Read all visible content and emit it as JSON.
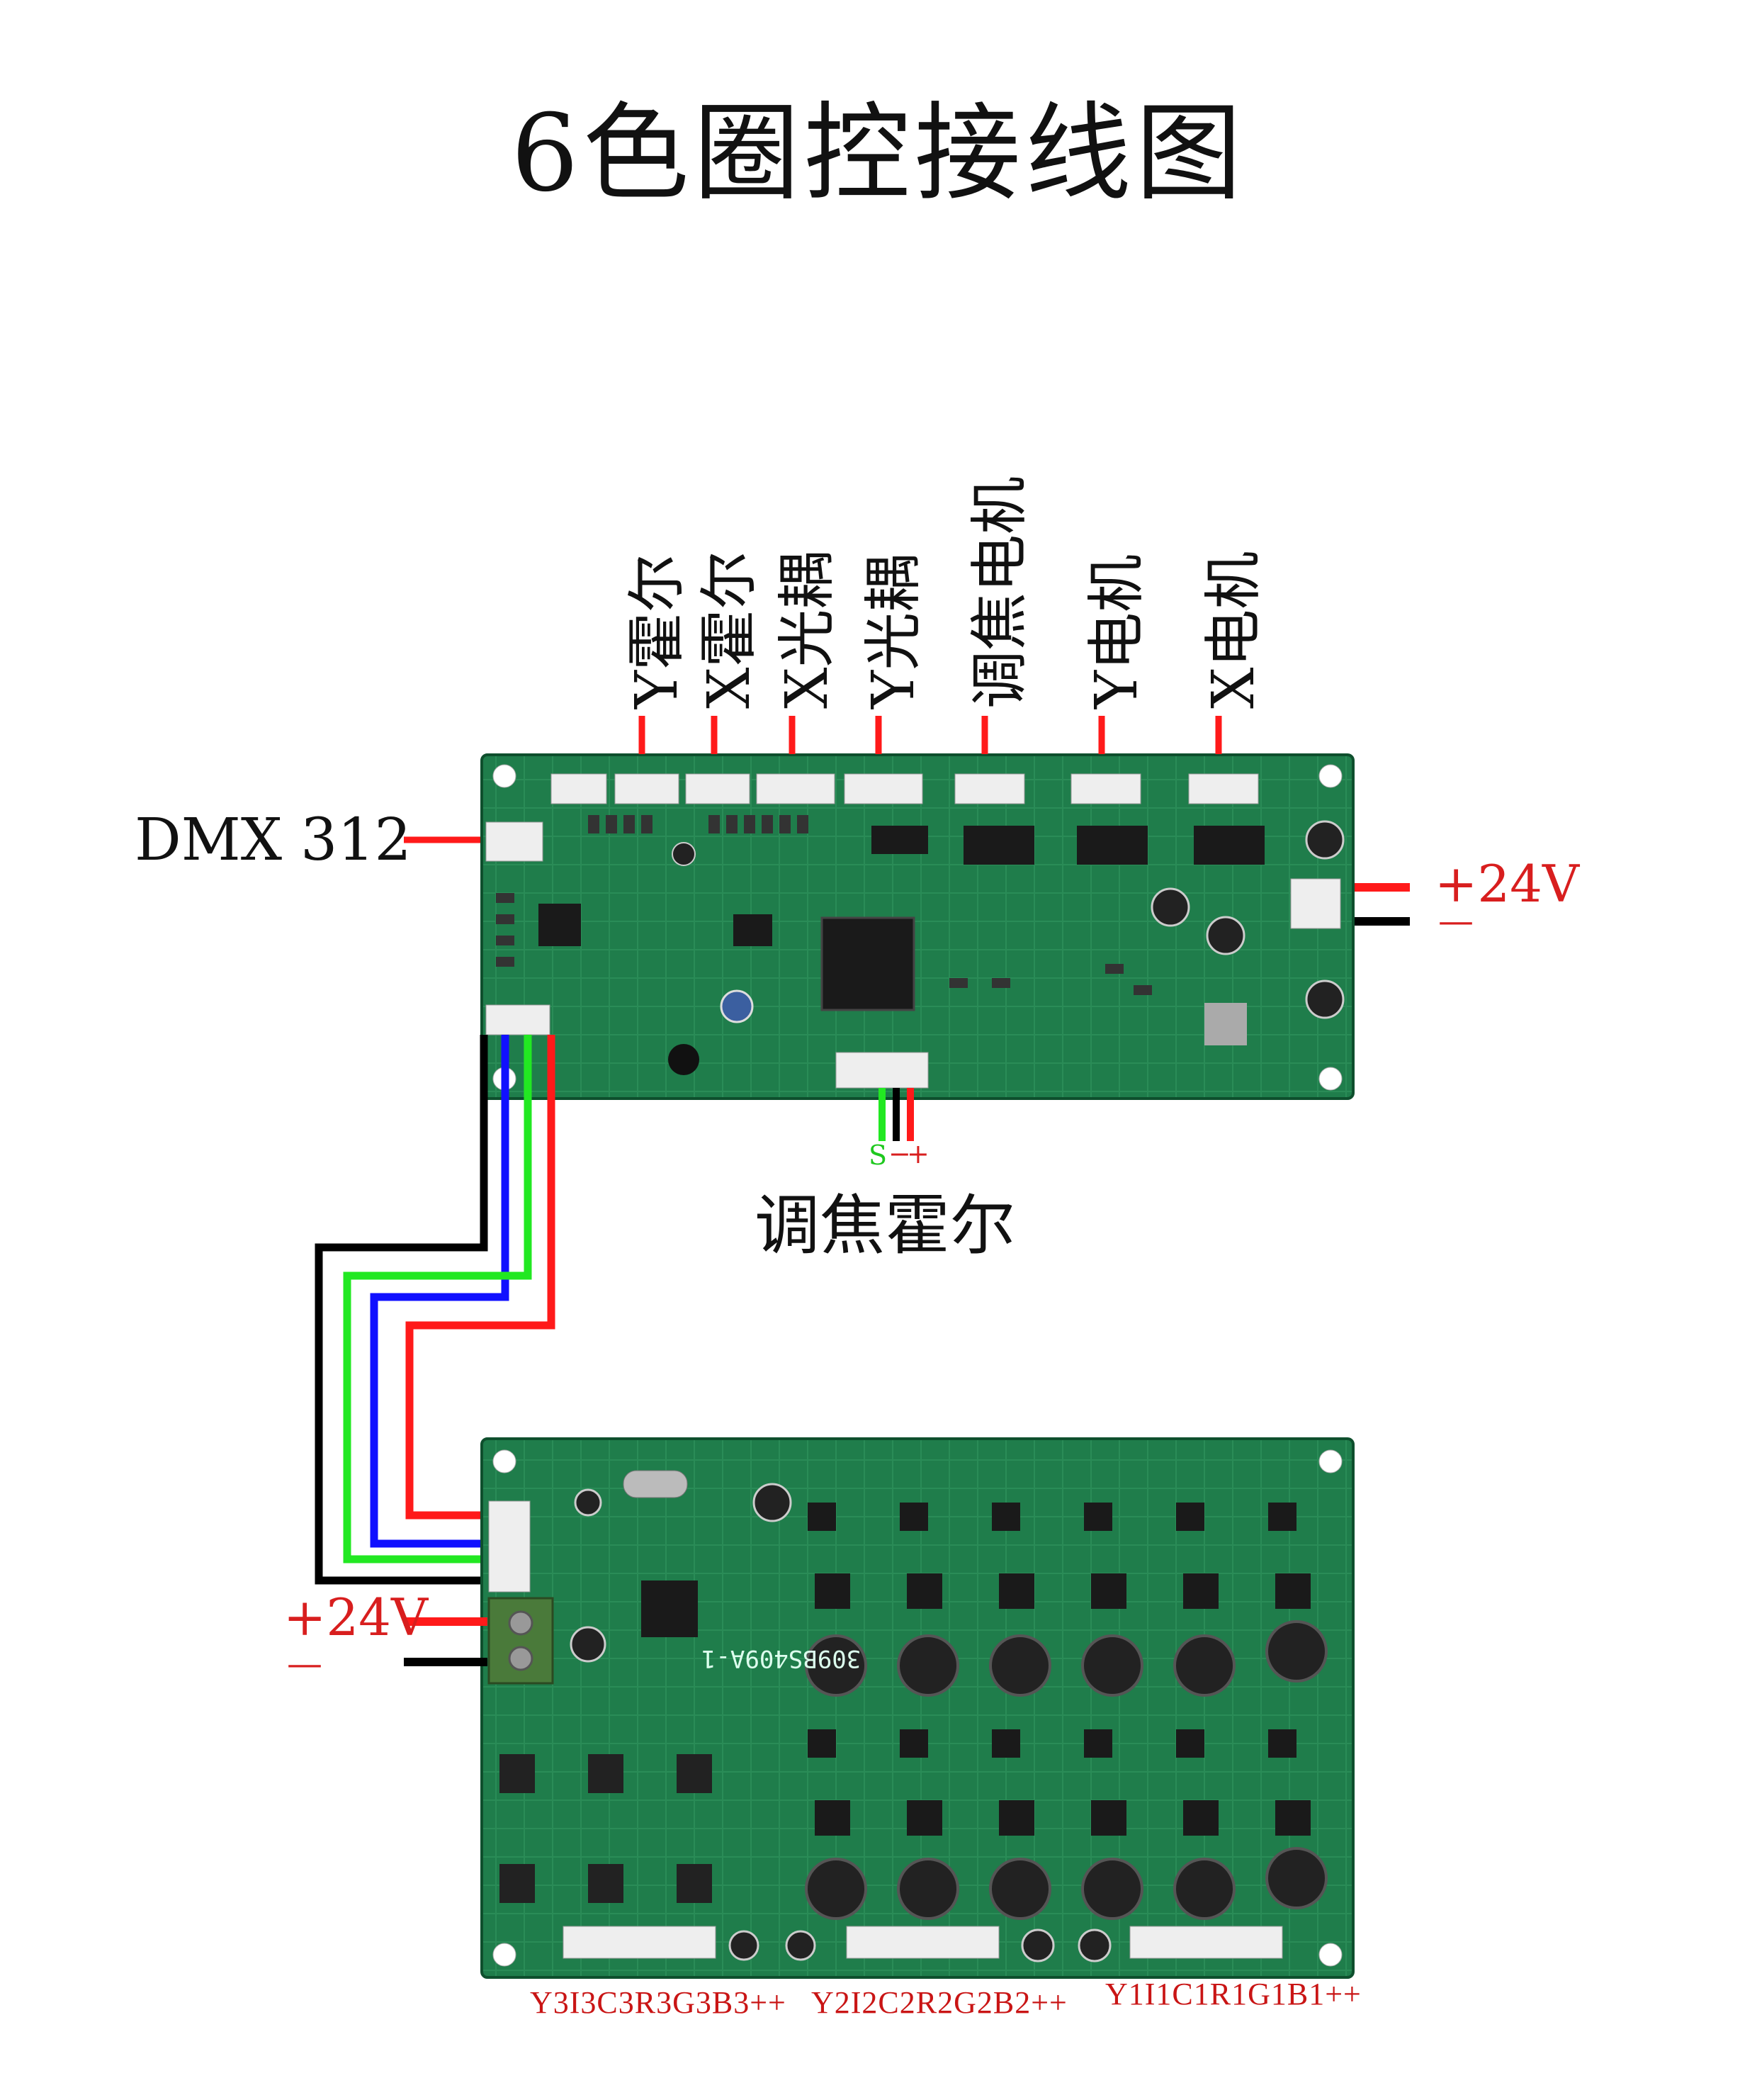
{
  "title": "6色圈控接线图",
  "top_board": {
    "connectors": [
      {
        "label": "Y霍尔"
      },
      {
        "label": "X霍尔"
      },
      {
        "label": "X光耦"
      },
      {
        "label": "Y光耦"
      },
      {
        "label": "调焦电机"
      },
      {
        "label": "Y电机"
      },
      {
        "label": "X电机"
      }
    ],
    "dmx_label": "DMX 312",
    "power_plus": "+24V",
    "power_minus": "—",
    "focus_hall_label": "调焦霍尔",
    "focus_hall_pins": {
      "s": "S",
      "minus": "−",
      "plus": "+"
    }
  },
  "bottom_board": {
    "power_plus": "+24V",
    "power_minus": "—",
    "silkscreen": "309BS409A-1",
    "outputs": [
      {
        "label": "Y3I3C3R3G3B3++"
      },
      {
        "label": "Y2I2C2R2G2B2++"
      },
      {
        "label": "Y1I1C1R1G1B1++"
      }
    ]
  },
  "colors": {
    "pcb": "#1e7a4a",
    "pcb_dark": "#125c36",
    "wire_red": "#ff1a1a",
    "wire_black": "#000000",
    "wire_blue": "#1010ff",
    "wire_green": "#22e822",
    "label_red": "#d81e1e"
  }
}
